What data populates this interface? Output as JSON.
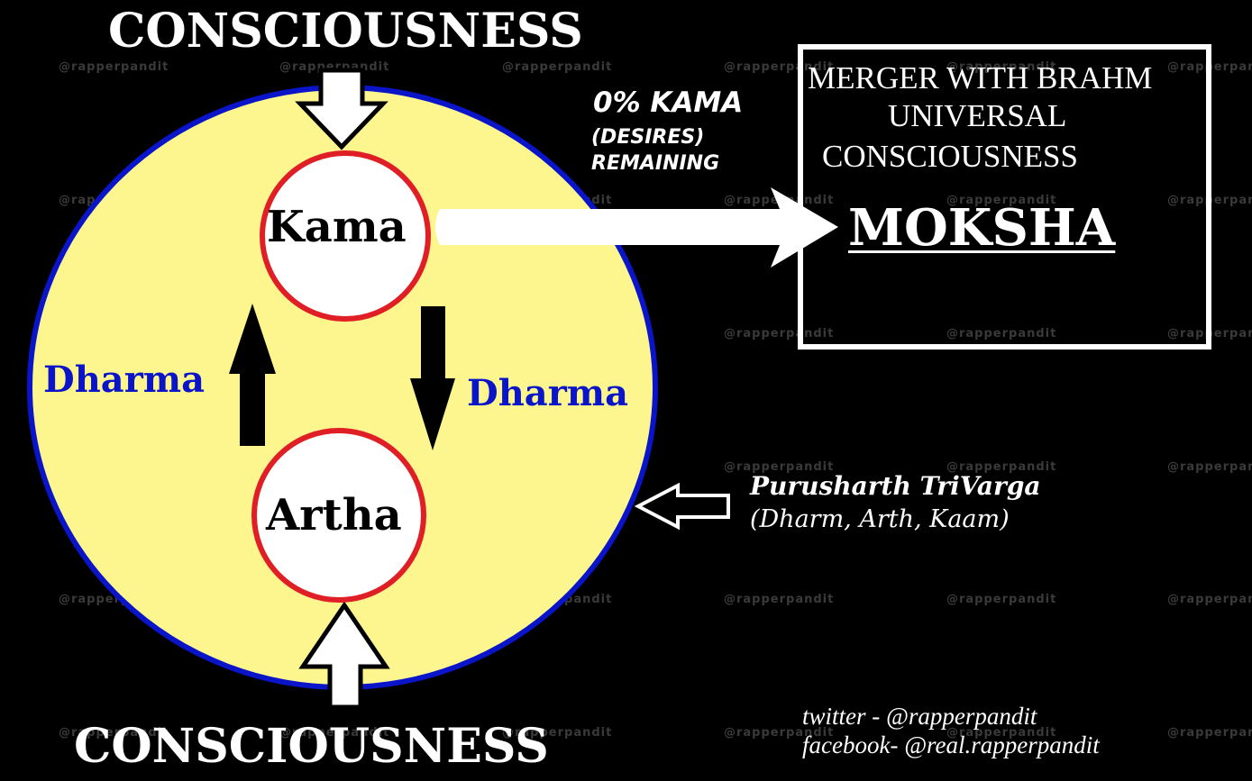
{
  "title_top": "CONSCIOUSNESS",
  "title_bottom": "CONSCIOUSNESS",
  "watermark": "@rapperpandit",
  "nodes": {
    "kama": "Kama",
    "artha": "Artha"
  },
  "dharma_left": "Dharma",
  "dharma_right": "Dharma",
  "kama_note": {
    "line1": "0% KAMA",
    "line2": "(DESIRES)",
    "line3": "REMAINING"
  },
  "moksha_box": {
    "line1": "MERGER WITH BRAHM",
    "line2": "UNIVERSAL",
    "line3": "CONSCIOUSNESS",
    "title": "MOKSHA"
  },
  "trivarga": {
    "title": "Purusharth TriVarga",
    "subtitle": "(Dharm, Arth, Kaam)"
  },
  "social": {
    "twitter": "twitter - @rapperpandit",
    "facebook": "facebook- @real.rapperpandit"
  },
  "colors": {
    "background": "#000000",
    "circle_fill": "#fdf68f",
    "circle_border": "#0a14c8",
    "node_border": "#e01e25",
    "dharma_text": "#0a14c8"
  }
}
